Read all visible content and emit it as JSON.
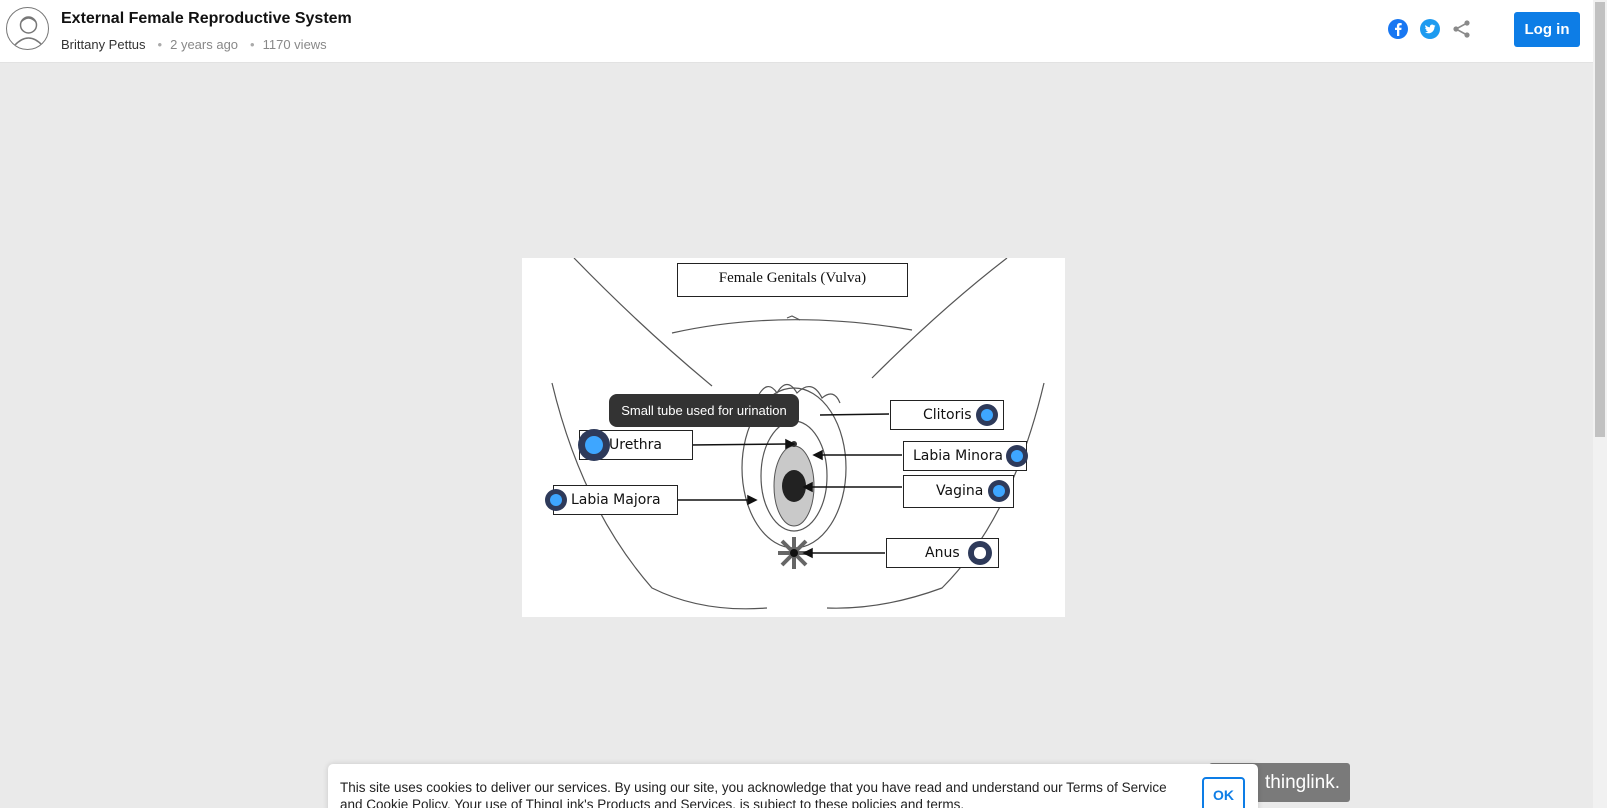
{
  "header": {
    "title": "External Female Reproductive System",
    "author": "Brittany Pettus",
    "age": "2 years ago",
    "views": "1170 views",
    "login_label": "Log in",
    "share_icons": [
      "facebook-icon",
      "twitter-icon",
      "share-icon"
    ]
  },
  "diagram": {
    "title": "Female Genitals (Vulva)",
    "labels": {
      "clitoris": "Clitoris",
      "urethra": "Urethra",
      "labia_minora": "Labia Minora",
      "vagina": "Vagina",
      "labia_majora": "Labia Majora",
      "anus": "Anus"
    },
    "tooltip": "Small tube used for urination"
  },
  "cookie": {
    "text": "This site uses cookies to deliver our services. By using our site, you acknowledge that you have read and understand our Terms of Service and Cookie Policy. Your use of ThingLink's Products and Services, is subject to these policies and terms.",
    "ok_label": "OK"
  },
  "brand_badge": "thinglink.",
  "colors": {
    "accent": "#0d7de6",
    "hotspot_outer": "#2e3a5a",
    "hotspot_inner": "#3ea6ff",
    "background": "#eaeaea"
  }
}
